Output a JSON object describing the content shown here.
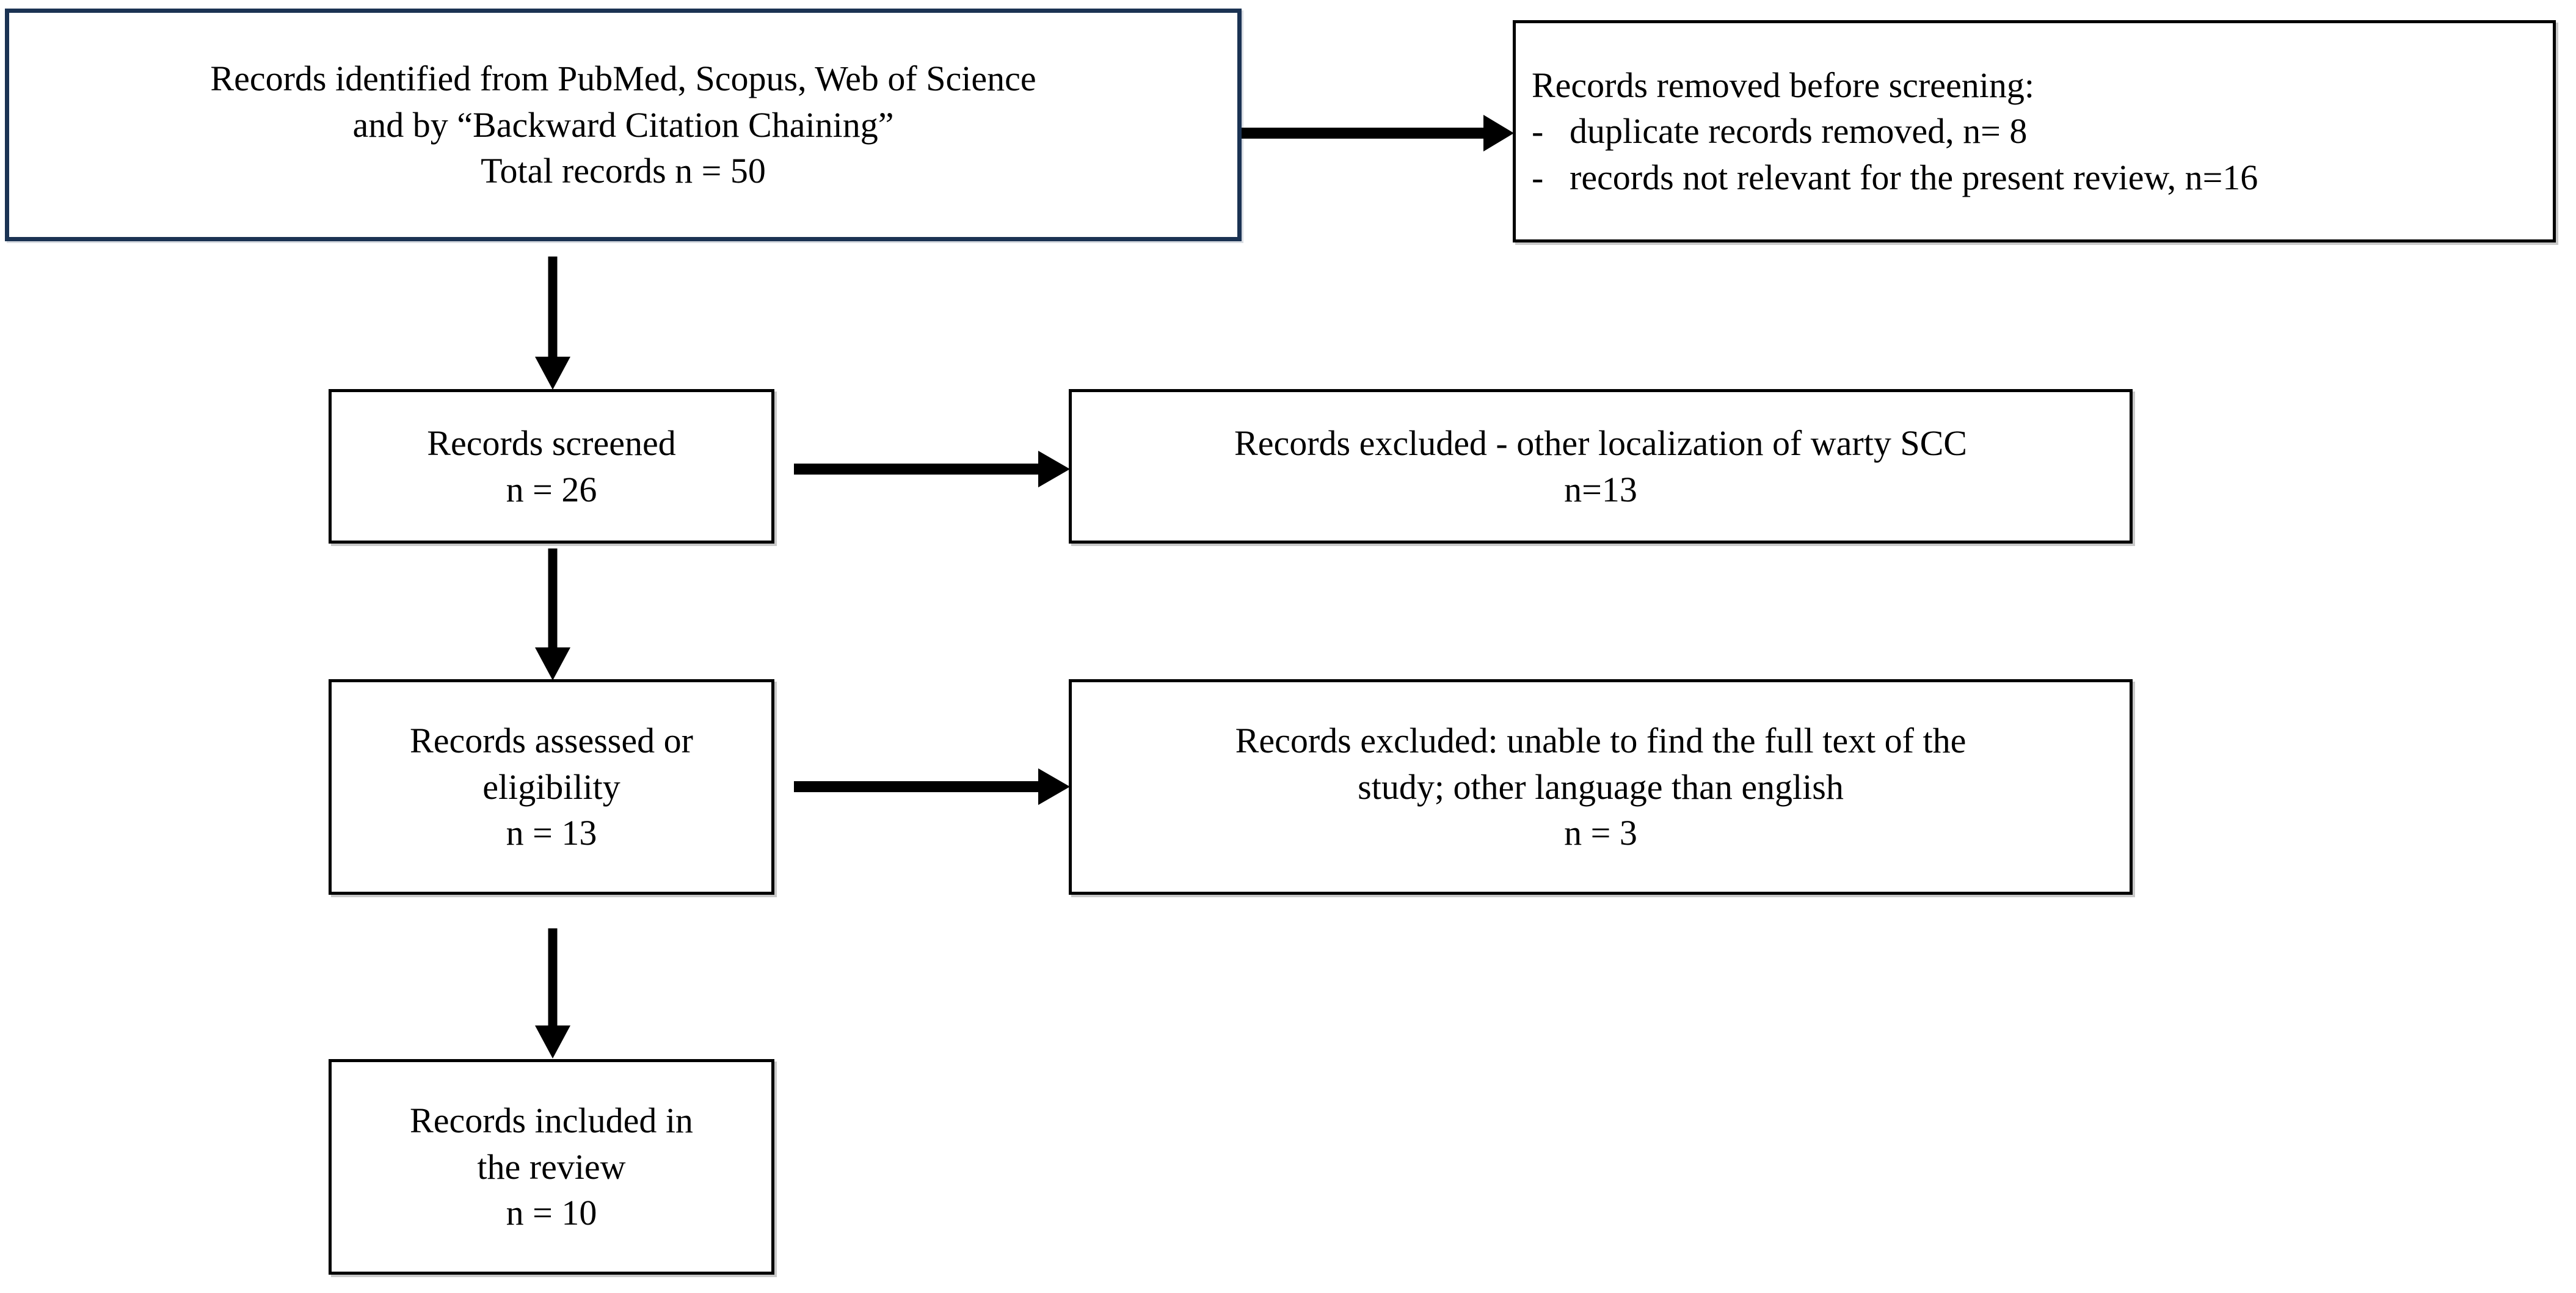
{
  "diagram": {
    "title": "PRISMA records flow diagram",
    "colors": {
      "identification_box_border": "#1b3353",
      "standard_box_border": "#000000",
      "arrow": "#000000",
      "background": "#ffffff",
      "text": "#000000"
    },
    "nodes": [
      {
        "id": "identification",
        "name": "records-identified-box",
        "lines": [
          "Records identified from PubMed, Scopus, Web of Science",
          "and by “Backward Citation Chaining”",
          "Total records n = 50"
        ],
        "count_label": "Total records n = 50",
        "count": 50
      },
      {
        "id": "removed",
        "name": "records-removed-box",
        "heading": "Records removed before screening:",
        "bullets": [
          {
            "marker": "-",
            "text": "duplicate records removed, n= 8",
            "count": 8
          },
          {
            "marker": "-",
            "text": "records not relevant for the present review, n=16",
            "count": 16
          }
        ]
      },
      {
        "id": "screened",
        "name": "records-screened-box",
        "lines": [
          "Records screened",
          "n = 26"
        ],
        "count_label": "n = 26",
        "count": 26
      },
      {
        "id": "excluded-localization",
        "name": "records-excluded-localization-box",
        "lines": [
          "Records excluded - other localization of warty SCC",
          "n=13"
        ],
        "count_label": "n=13",
        "count": 13
      },
      {
        "id": "eligibility",
        "name": "records-assessed-eligibility-box",
        "lines": [
          "Records assessed or",
          "eligibility",
          "n = 13"
        ],
        "count_label": "n = 13",
        "count": 13
      },
      {
        "id": "excluded-fulltext",
        "name": "records-excluded-fulltext-box",
        "lines": [
          "Records excluded: unable to find the full text of the",
          "study; other language than english",
          "n = 3"
        ],
        "count_label": "n = 3",
        "count": 3
      },
      {
        "id": "included",
        "name": "records-included-box",
        "lines": [
          "Records included in",
          "the review",
          "n = 10"
        ],
        "count_label": "n = 10",
        "count": 10
      }
    ],
    "arrows": [
      {
        "id": "a1",
        "name": "arrow-identification-to-removed",
        "from": "identification",
        "to": "removed",
        "direction": "right"
      },
      {
        "id": "a2",
        "name": "arrow-identification-to-screened",
        "from": "identification",
        "to": "screened",
        "direction": "down"
      },
      {
        "id": "a3",
        "name": "arrow-screened-to-excluded-localization",
        "from": "screened",
        "to": "excluded-localization",
        "direction": "right"
      },
      {
        "id": "a4",
        "name": "arrow-screened-to-eligibility",
        "from": "screened",
        "to": "eligibility",
        "direction": "down"
      },
      {
        "id": "a5",
        "name": "arrow-eligibility-to-excluded-fulltext",
        "from": "eligibility",
        "to": "excluded-fulltext",
        "direction": "right"
      },
      {
        "id": "a6",
        "name": "arrow-eligibility-to-included",
        "from": "eligibility",
        "to": "included",
        "direction": "down"
      }
    ]
  }
}
